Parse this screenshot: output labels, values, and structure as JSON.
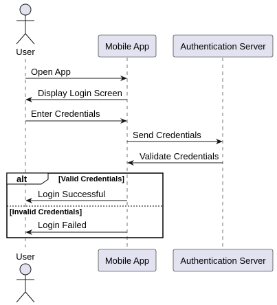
{
  "participants": {
    "user": "User",
    "mobile_app": "Mobile App",
    "auth_server": "Authentication Server"
  },
  "messages": [
    "Open App",
    "Display Login Screen",
    "Enter Credentials",
    "Send Credentials",
    "Validate Credentials",
    "Login Successful",
    "Login Failed"
  ],
  "alt_frame": {
    "keyword": "alt",
    "guard_valid": "[Valid Credentials]",
    "guard_invalid": "[Invalid Credentials]"
  },
  "colors": {
    "participant_fill": "#e2e2f0",
    "line": "#181818"
  }
}
